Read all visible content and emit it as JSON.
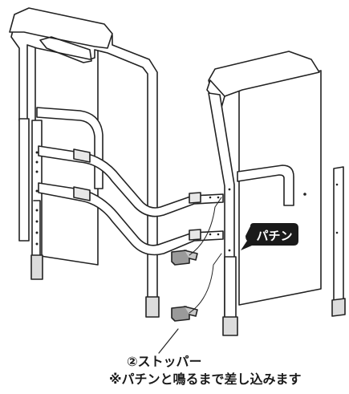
{
  "badge": {
    "text": "パチン"
  },
  "callout": {
    "title": "②ストッパー",
    "note": "※パチンと鳴るまで差し込みます"
  },
  "colors": {
    "line": "#222222",
    "fill": "#ffffff",
    "stopper": "#9a9a9a",
    "badge": "#1a1a1a"
  }
}
